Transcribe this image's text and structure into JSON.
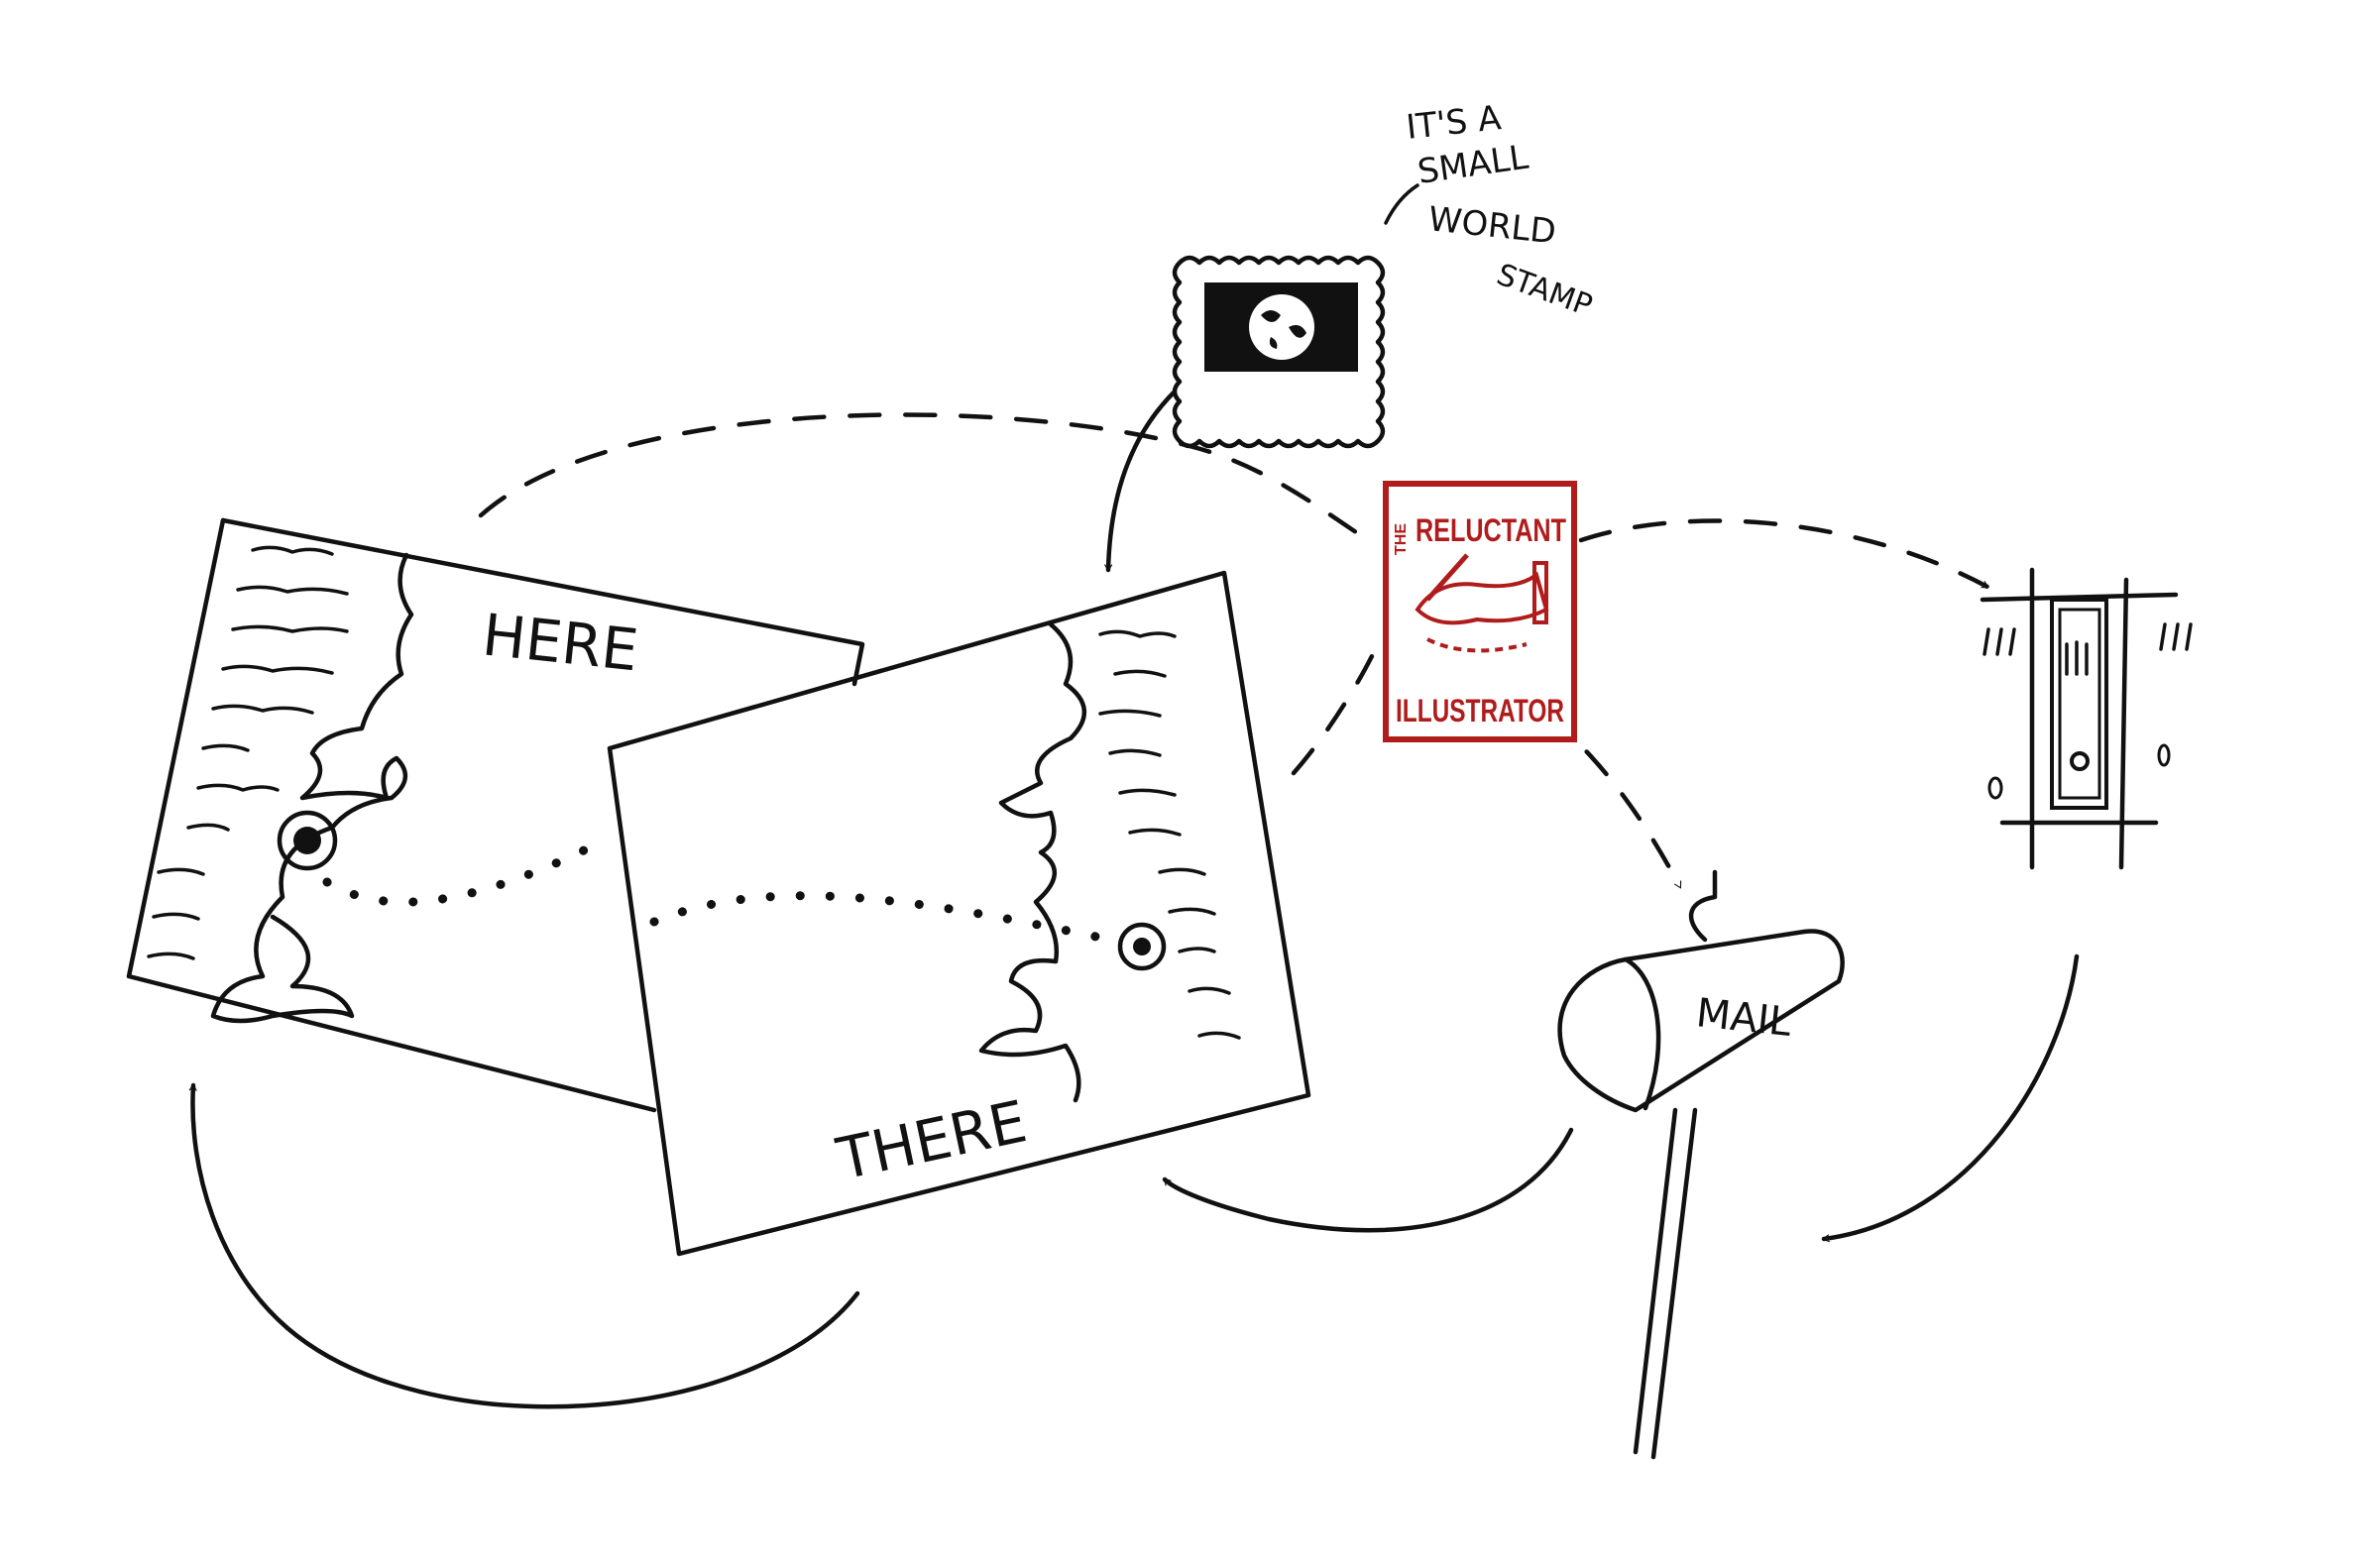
{
  "stamp_note": {
    "lines": [
      "IT'S A",
      "SMALL",
      "WORLD",
      "STAMP"
    ]
  },
  "postcard_here": {
    "label": "HERE"
  },
  "postcard_there": {
    "label": "THERE"
  },
  "mailbox": {
    "label": "MAIL"
  },
  "logo": {
    "small_word": "THE",
    "top_word": "RELUCTANT",
    "bottom_word": "ILLUSTRATOR",
    "color": "#b01c1c"
  },
  "ink_color": "#111111"
}
